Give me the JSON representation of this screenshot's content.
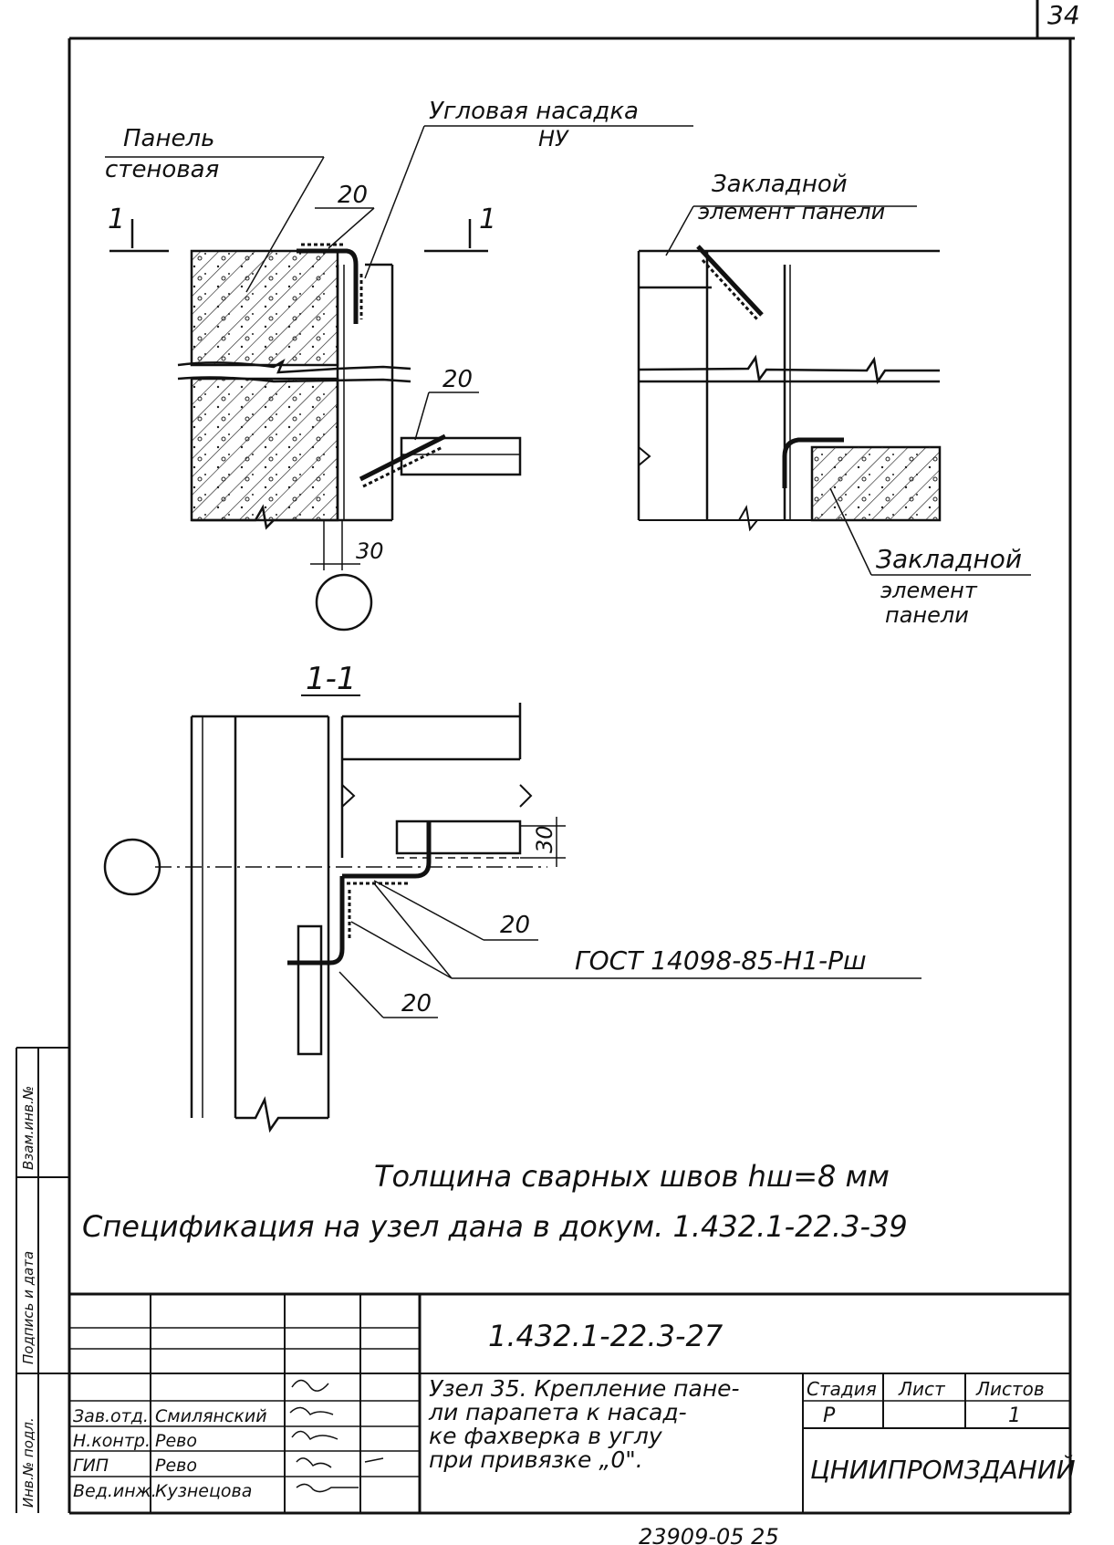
{
  "sheet": {
    "page_number": "34",
    "bottom_code": "23909-05   25"
  },
  "labels": {
    "corner_nozzle": "Угловая насадка",
    "corner_nozzle_code": "НУ",
    "wall_panel_1": "Панель",
    "wall_panel_2": "стеновая",
    "embedded_top_1": "Закладной",
    "embedded_top_2": "элемент панели",
    "embedded_bottom_1": "Закладной",
    "embedded_bottom_2": "элемент",
    "embedded_bottom_3": "панели",
    "section_mark": "1",
    "section_title": "1-1",
    "dim_30_a": "30",
    "dim_30_b": "30",
    "weld_20_a": "20",
    "weld_20_b": "20",
    "weld_20_c": "20",
    "weld_20_d": "20",
    "gost": "ГОСТ 14098-85-Н1-Рш"
  },
  "notes": {
    "weld_thickness": "Толщина сварных швов hш=8 мм",
    "spec_note": "Спецификация на узел дана в докум. 1.432.1-22.3-39"
  },
  "side_stamp": {
    "col1": "Взам.инв.№",
    "col2": "Подпись и дата",
    "col3": "Инв.№ подл."
  },
  "title_block": {
    "document_code": "1.432.1-22.3-27",
    "title_lines": [
      "Узел 35. Крепление пане-",
      "ли парапета к насад-",
      "ке фахверка в углу",
      "при привязке „0\"."
    ],
    "roles": [
      {
        "role": "Зав.отд.",
        "name": "Смилянский"
      },
      {
        "role": "Н.контр.",
        "name": "Рево"
      },
      {
        "role": "ГИП",
        "name": "Рево"
      },
      {
        "role": "Вед.инж.",
        "name": "Кузнецова"
      }
    ],
    "stage_header": "Стадия",
    "sheet_header": "Лист",
    "sheets_header": "Листов",
    "stage_value": "Р",
    "sheet_value": "",
    "sheets_value": "1",
    "organization": "ЦНИИПРОМЗДАНИЙ"
  }
}
